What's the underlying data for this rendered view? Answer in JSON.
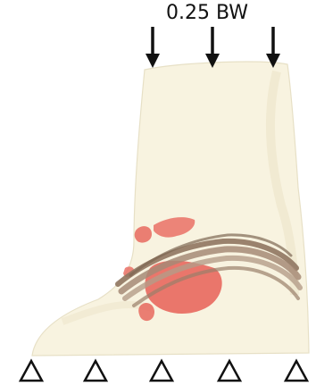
{
  "load": {
    "label": "0.25 BW",
    "arrow_count": 3
  },
  "supports": {
    "count": 5
  },
  "colors": {
    "skin": "#f8f3df",
    "skin_edge": "#e6dfc4",
    "bone": "#e8685e",
    "tendon": "#a68a75",
    "arrow": "#111111"
  }
}
